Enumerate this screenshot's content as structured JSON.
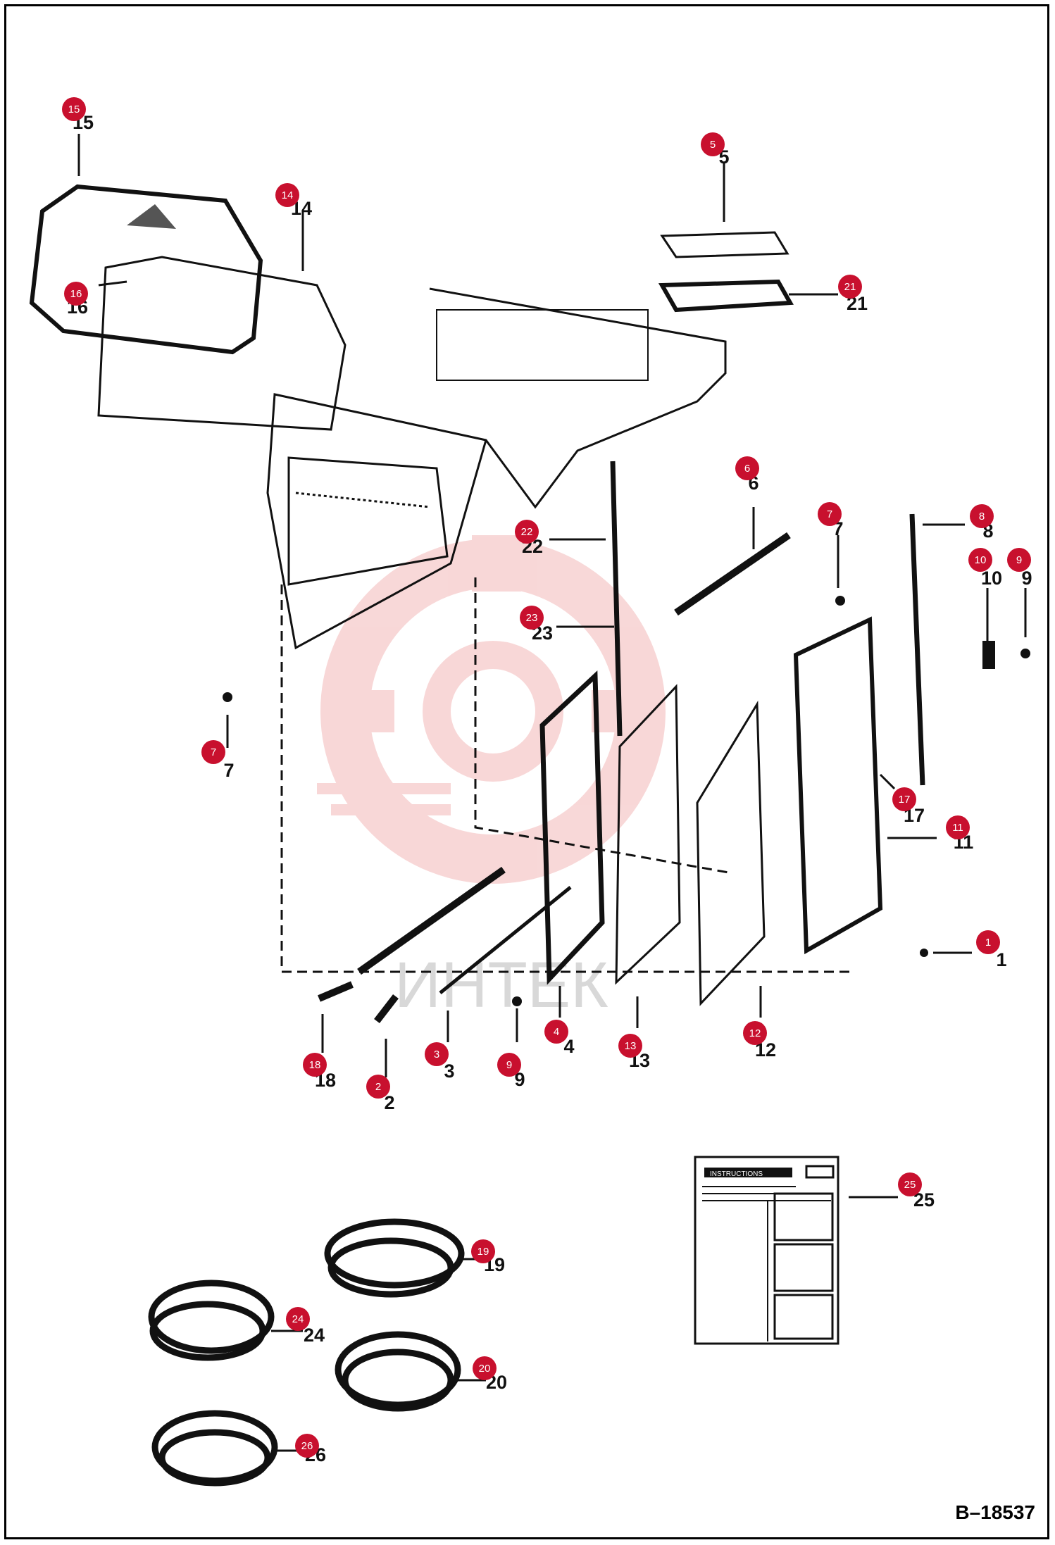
{
  "drawing_number": "B–18537",
  "watermark_text": "ИНТЕК",
  "colors": {
    "badge": "#c8102e",
    "line": "#111111",
    "watermark": "#f3b8b8"
  },
  "callouts": [
    {
      "id": "15",
      "label": "15"
    },
    {
      "id": "16",
      "label": "16"
    },
    {
      "id": "14",
      "label": "14"
    },
    {
      "id": "5",
      "label": "5"
    },
    {
      "id": "21",
      "label": "21"
    },
    {
      "id": "22",
      "label": "22"
    },
    {
      "id": "6",
      "label": "6"
    },
    {
      "id": "7a",
      "label": "7"
    },
    {
      "id": "8",
      "label": "8"
    },
    {
      "id": "10",
      "label": "10"
    },
    {
      "id": "9a",
      "label": "9"
    },
    {
      "id": "23",
      "label": "23"
    },
    {
      "id": "7b",
      "label": "7"
    },
    {
      "id": "17",
      "label": "17"
    },
    {
      "id": "11",
      "label": "11"
    },
    {
      "id": "1",
      "label": "1"
    },
    {
      "id": "18",
      "label": "18"
    },
    {
      "id": "2",
      "label": "2"
    },
    {
      "id": "3",
      "label": "3"
    },
    {
      "id": "9b",
      "label": "9"
    },
    {
      "id": "4",
      "label": "4"
    },
    {
      "id": "13",
      "label": "13"
    },
    {
      "id": "12",
      "label": "12"
    },
    {
      "id": "25",
      "label": "25"
    },
    {
      "id": "19",
      "label": "19"
    },
    {
      "id": "24",
      "label": "24"
    },
    {
      "id": "20",
      "label": "20"
    },
    {
      "id": "26",
      "label": "26"
    }
  ],
  "instruction_sheet": {
    "title": "INSTRUCTIONS"
  }
}
